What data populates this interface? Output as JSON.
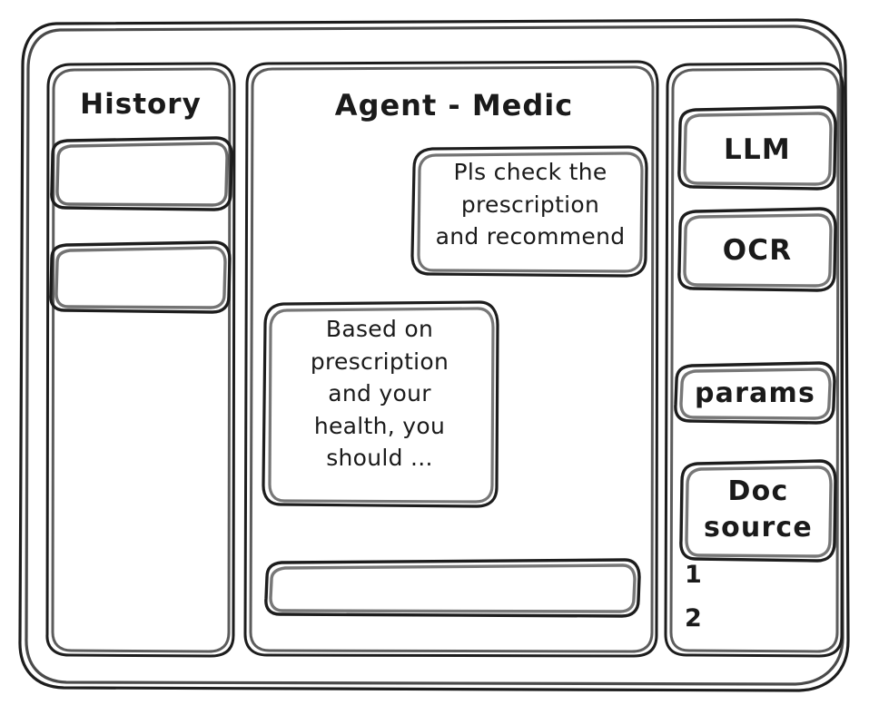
{
  "app": {
    "style": "hand-drawn-wireframe",
    "stroke_color": "#1d1d1d",
    "background_color": "#ffffff"
  },
  "sidebar_left": {
    "title": "History",
    "items": [
      {
        "label": "",
        "name": "history-item-1"
      },
      {
        "label": "",
        "name": "history-item-2"
      }
    ]
  },
  "main": {
    "title": "Agent - Medic",
    "messages": [
      {
        "role": "user",
        "align": "right",
        "text": "Pls check the\nprescription\nand recommend"
      },
      {
        "role": "agent",
        "align": "left",
        "text": "Based on\nprescription\nand your\nhealth, you\nshould ..."
      }
    ],
    "composer": {
      "value": "",
      "placeholder": ""
    }
  },
  "sidebar_right": {
    "tools": [
      {
        "label": "LLM"
      },
      {
        "label": "OCR"
      },
      {
        "label": "params"
      },
      {
        "label": "Doc\nsource"
      }
    ],
    "sources": [
      {
        "label": "1"
      },
      {
        "label": "2"
      }
    ]
  }
}
